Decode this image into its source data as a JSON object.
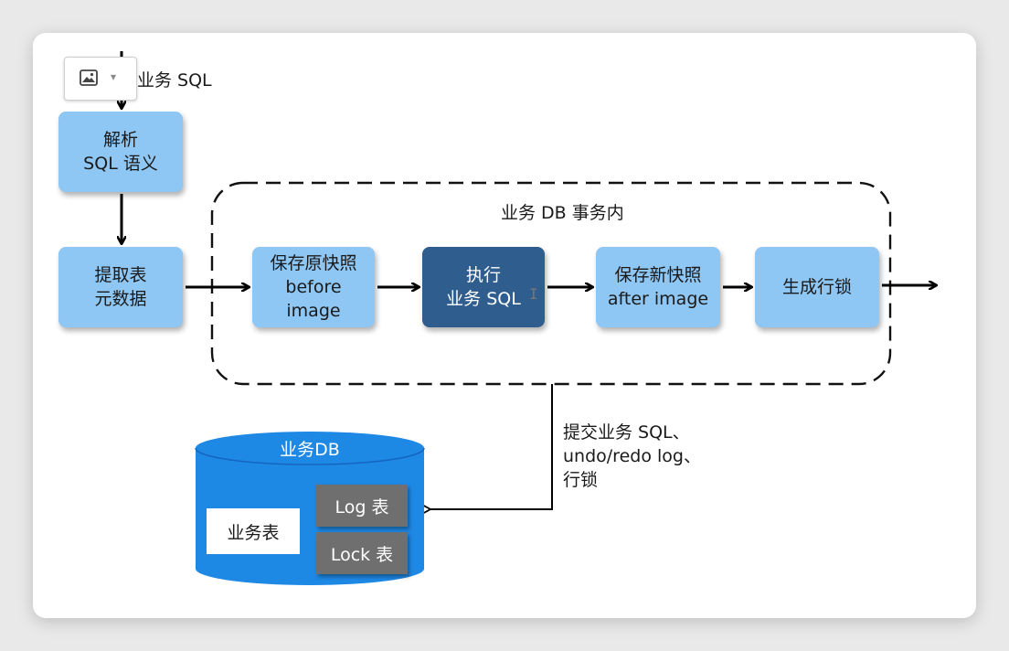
{
  "diagram": {
    "top_input": "业务 SQL",
    "parse_box": "解析\nSQL 语义",
    "extract_box": "提取表\n元数据",
    "transaction_label": "业务 DB 事务内",
    "save_before_box": "保存原快照\nbefore\nimage",
    "execute_box": "执行\n业务 SQL",
    "save_after_box": "保存新快照\nafter image",
    "lock_box": "生成行锁",
    "commit_label": "提交业务 SQL、\nundo/redo log、\n行锁",
    "db": {
      "title": "业务DB",
      "business_table": "业务表",
      "log_table": "Log 表",
      "lock_table": "Lock 表"
    }
  },
  "colors": {
    "box_light": "#8ec6f4",
    "box_dark": "#2f5d8e",
    "db_blue": "#1e88e5",
    "table_grey": "#6f6f6f"
  },
  "icons": [
    "image-icon",
    "chevron-down-icon",
    "text-cursor-icon"
  ]
}
